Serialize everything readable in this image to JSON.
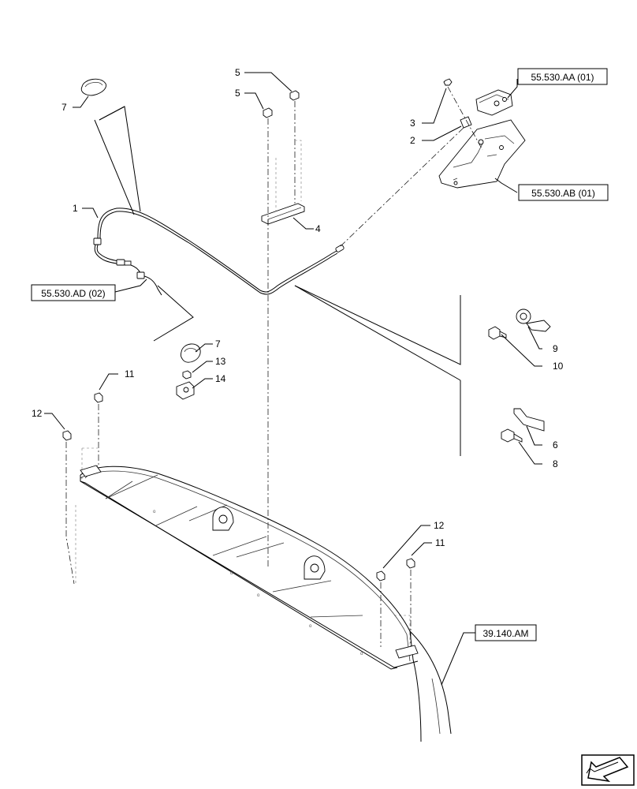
{
  "callouts": {
    "c1": "1",
    "c2": "2",
    "c3": "3",
    "c4": "4",
    "c5a": "5",
    "c5b": "5",
    "c6": "6",
    "c7a": "7",
    "c7b": "7",
    "c8": "8",
    "c9": "9",
    "c10": "10",
    "c11a": "11",
    "c11b": "11",
    "c12a": "12",
    "c12b": "12",
    "c13": "13",
    "c14": "14"
  },
  "references": {
    "aa": "55.530.AA (01)",
    "ab": "55.530.AB (01)",
    "ad": "55.530.AD (02)",
    "am": "39.140.AM"
  },
  "navigation": {
    "arrow_icon": "navigation-arrow-icon"
  }
}
